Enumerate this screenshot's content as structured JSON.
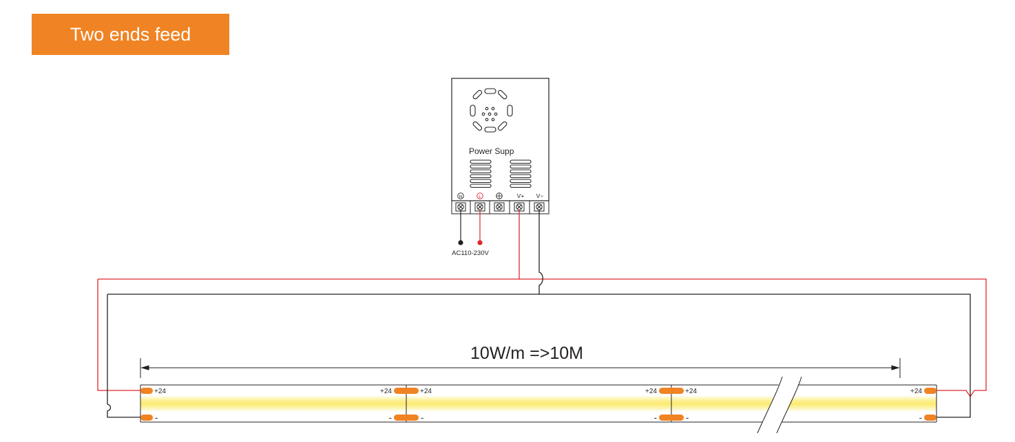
{
  "title": "Two ends feed",
  "power_supply": {
    "label": "Power Supp",
    "terminals": [
      {
        "id": "N",
        "symbol": "N"
      },
      {
        "id": "L",
        "symbol": "L"
      },
      {
        "id": "earth",
        "symbol": "⏚"
      },
      {
        "id": "v_plus",
        "symbol": "V+"
      },
      {
        "id": "v_minus",
        "symbol": "V−"
      }
    ],
    "input_label": "AC110-230V"
  },
  "dimension_label": "10W/m =>10M",
  "strip": {
    "plus_label": "+24",
    "minus_label": "-"
  },
  "colors": {
    "accent": "#F08323",
    "positive_wire": "#E0262A",
    "negative_wire": "#231F20",
    "strip_glow": "#FBEA6E",
    "pad": "#F08323"
  }
}
